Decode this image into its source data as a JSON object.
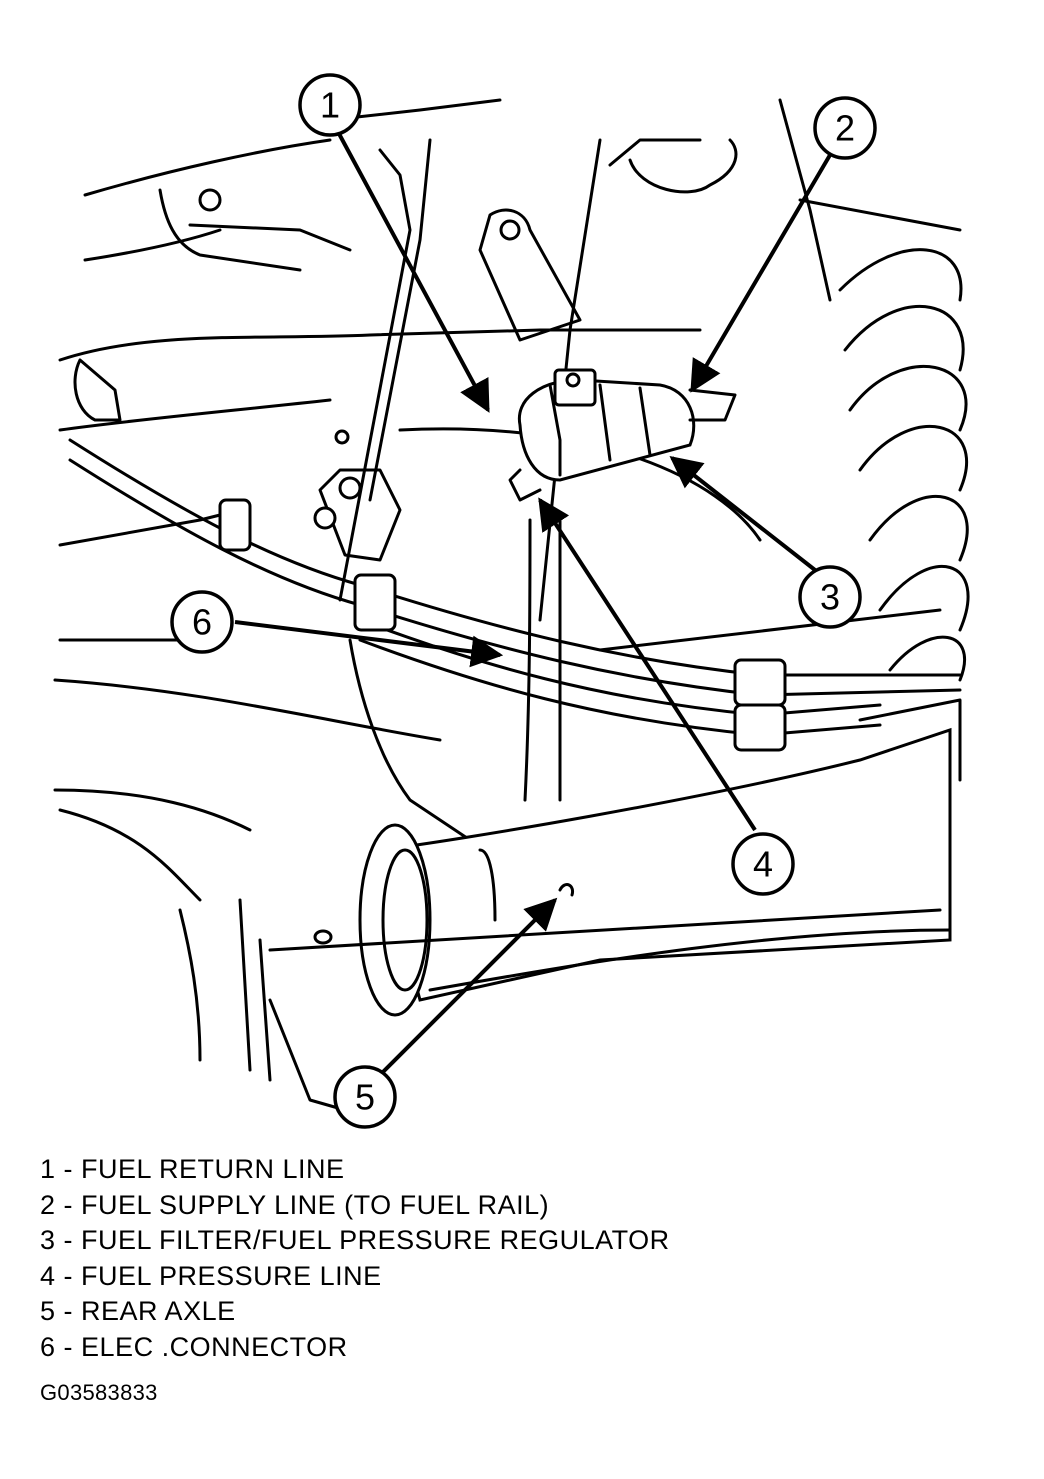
{
  "callouts": [
    {
      "number": "1"
    },
    {
      "number": "2"
    },
    {
      "number": "3"
    },
    {
      "number": "4"
    },
    {
      "number": "5"
    },
    {
      "number": "6"
    }
  ],
  "legend": [
    {
      "number": "1",
      "sep": " - ",
      "label": "FUEL RETURN LINE"
    },
    {
      "number": "2",
      "sep": " - ",
      "label": "FUEL SUPPLY LINE (TO FUEL RAIL)"
    },
    {
      "number": "3",
      "sep": " - ",
      "label": "FUEL FILTER/FUEL PRESSURE REGULATOR"
    },
    {
      "number": "4",
      "sep": " - ",
      "label": "FUEL PRESSURE LINE"
    },
    {
      "number": "5",
      "sep": " - ",
      "label": "REAR AXLE"
    },
    {
      "number": "6",
      "sep": " - ",
      "label": "ELEC .CONNECTOR"
    }
  ],
  "figure_id": "G03583833"
}
